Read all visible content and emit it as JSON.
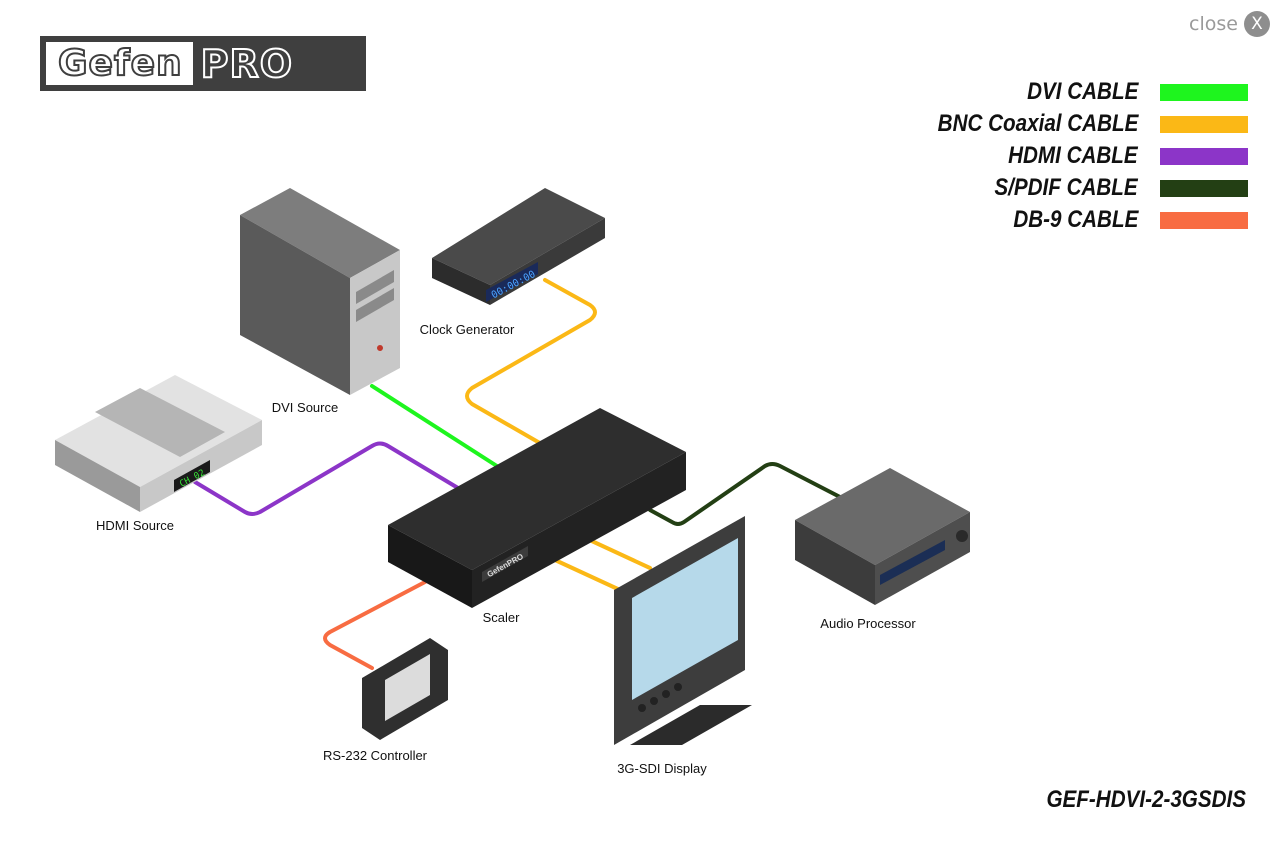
{
  "logo": {
    "part1": "Gefen",
    "part2": "PRO"
  },
  "close": {
    "label": "close",
    "icon": "close-icon",
    "glyph": "X"
  },
  "legend": [
    {
      "label": "DVI CABLE",
      "color": "#1ef51e"
    },
    {
      "label": "BNC Coaxial CABLE",
      "color": "#fbb816"
    },
    {
      "label": "HDMI CABLE",
      "color": "#8c35c8"
    },
    {
      "label": "S/PDIF CABLE",
      "color": "#233f14"
    },
    {
      "label": "DB-9 CABLE",
      "color": "#f86c42"
    }
  ],
  "devices": {
    "dvi_source": "DVI Source",
    "clock_generator": "Clock Generator",
    "hdmi_source": "HDMI Source",
    "scaler": "Scaler",
    "audio_processor": "Audio Processor",
    "rs232_controller": "RS-232 Controller",
    "display": "3G-SDI Display"
  },
  "device_text": {
    "clock_display": "00:00:00",
    "hdmi_display": "CH 02",
    "scaler_badge": "GefenPRO"
  },
  "model": "GEF-HDVI-2-3GSDIS"
}
